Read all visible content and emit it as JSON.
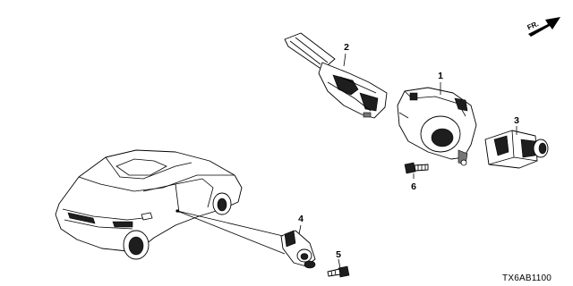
{
  "direction_marker": {
    "label": "FR."
  },
  "drawing_code": "TX6AB1100",
  "callouts": [
    "1",
    "2",
    "3",
    "4",
    "5",
    "6"
  ]
}
